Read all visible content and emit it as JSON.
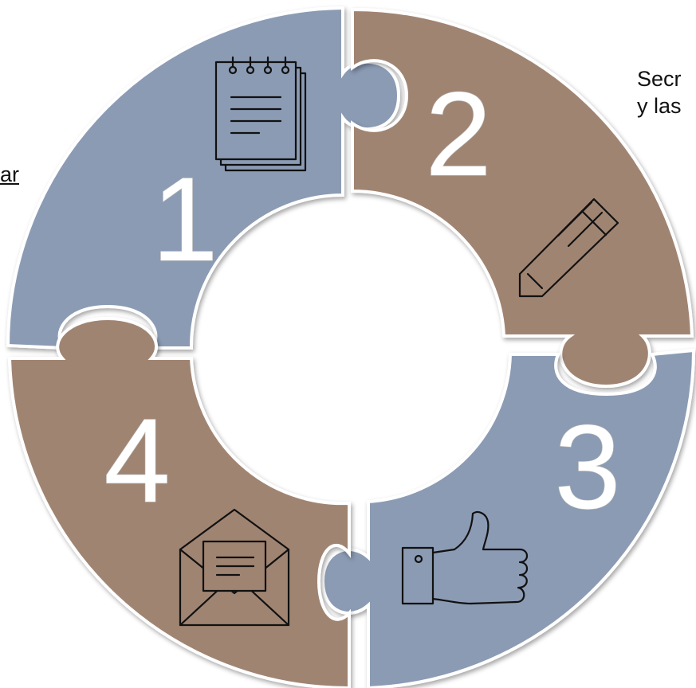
{
  "diagram": {
    "pieces": [
      {
        "number": "1",
        "color": "#8b9bb4",
        "icon": "notepad-icon"
      },
      {
        "number": "2",
        "color": "#a08472",
        "icon": "pencil-icon"
      },
      {
        "number": "3",
        "color": "#8b9bb4",
        "icon": "thumbs-up-icon"
      },
      {
        "number": "4",
        "color": "#a08472",
        "icon": "envelope-icon"
      }
    ],
    "left_text": "ar",
    "right_text_lines": [
      "Secr",
      "y las"
    ]
  }
}
